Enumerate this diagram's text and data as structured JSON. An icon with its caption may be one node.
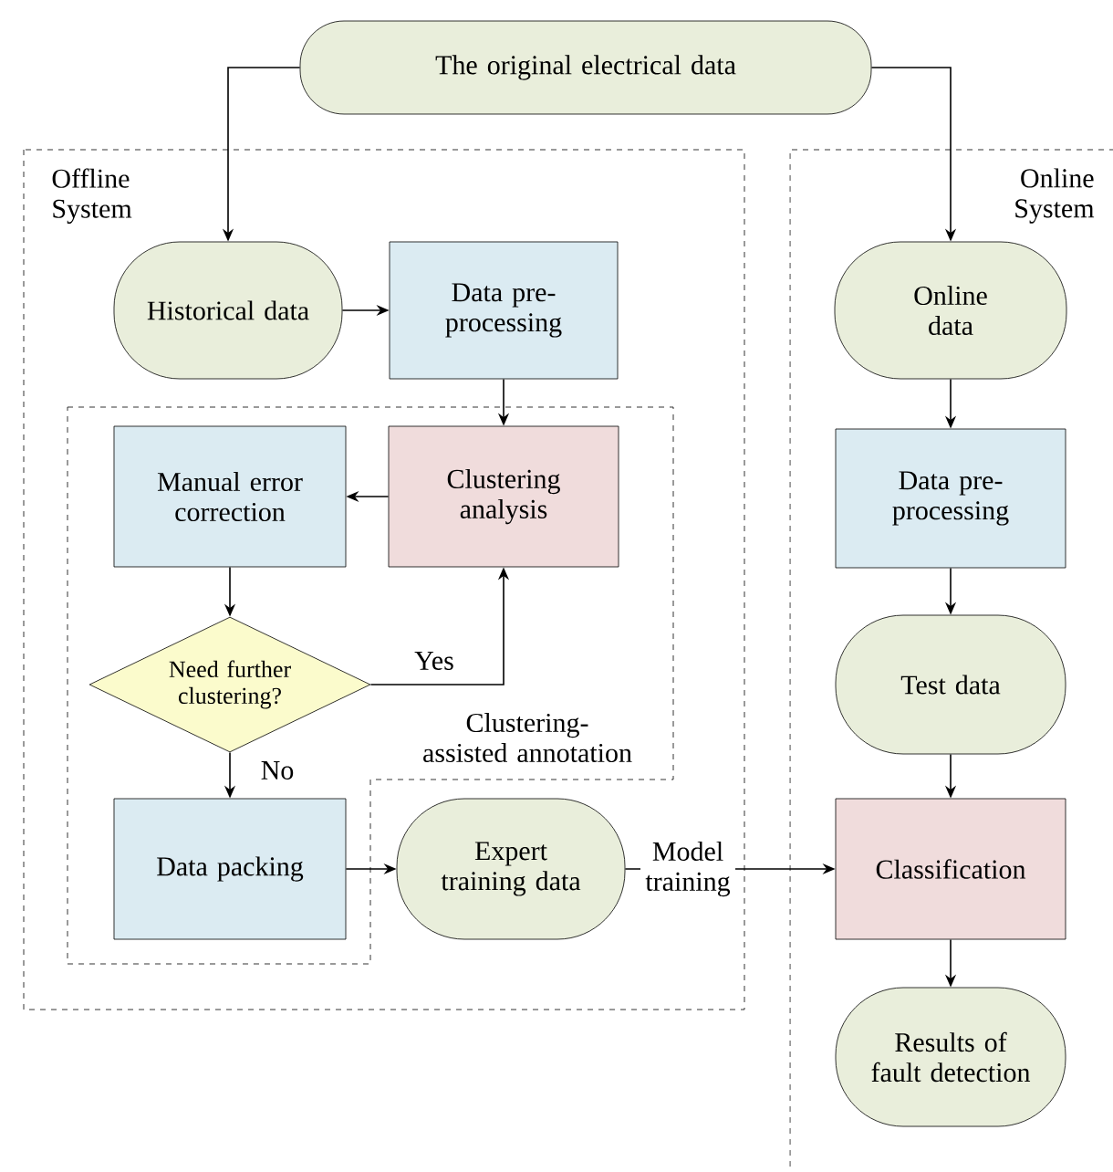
{
  "diagram": {
    "nodes": [
      {
        "text": [
          "The original electrical data"
        ]
      },
      {
        "text": [
          "Offline System"
        ]
      },
      {
        "text": [
          "Historical data"
        ],
        "in": 1
      },
      {
        "text": [
          "Data pre-processing"
        ],
        "in": 1
      },
      {
        "text": [
          "Clustering-assisted annotation"
        ],
        "in": 1
      },
      {
        "text": [
          "Clustering analysis"
        ],
        "in": 4
      },
      {
        "text": [
          "Manual error correction"
        ],
        "in": 4
      },
      {
        "text": [
          "Need further clustering?"
        ],
        "in": 4
      },
      {
        "text": [
          "Data packing"
        ],
        "in": 4
      },
      {
        "text": [
          "Expert training data"
        ],
        "in": 1
      },
      {
        "text": [
          "Online System"
        ]
      },
      {
        "text": [
          "Online data"
        ],
        "in": 10
      },
      {
        "text": [
          "Data pre-processing"
        ],
        "in": 10
      },
      {
        "text": [
          "Test data"
        ],
        "in": 10
      },
      {
        "text": [
          "Classification"
        ],
        "in": 10
      },
      {
        "text": [
          "Results of fault detection"
        ],
        "in": 10
      }
    ],
    "edges": [
      {
        "from": 0,
        "to": 2,
        "arrow": "to"
      },
      {
        "from": 0,
        "to": 11,
        "arrow": "to"
      },
      {
        "from": 2,
        "to": 3,
        "arrow": "to"
      },
      {
        "from": 3,
        "to": 5,
        "arrow": "to"
      },
      {
        "from": 5,
        "to": 6,
        "arrow": "to"
      },
      {
        "from": 6,
        "to": 7,
        "arrow": "to"
      },
      {
        "from": 7,
        "to": 5,
        "arrow": "to",
        "label": "Yes"
      },
      {
        "from": 7,
        "to": 8,
        "arrow": "to",
        "label": "No"
      },
      {
        "from": 8,
        "to": 9,
        "arrow": "to"
      },
      {
        "from": 9,
        "to": 14,
        "arrow": "to",
        "label": "Model training"
      },
      {
        "from": 11,
        "to": 12,
        "arrow": "to"
      },
      {
        "from": 12,
        "to": 13,
        "arrow": "to"
      },
      {
        "from": 13,
        "to": 14,
        "arrow": "to"
      },
      {
        "from": 14,
        "to": 15,
        "arrow": "to"
      }
    ]
  }
}
